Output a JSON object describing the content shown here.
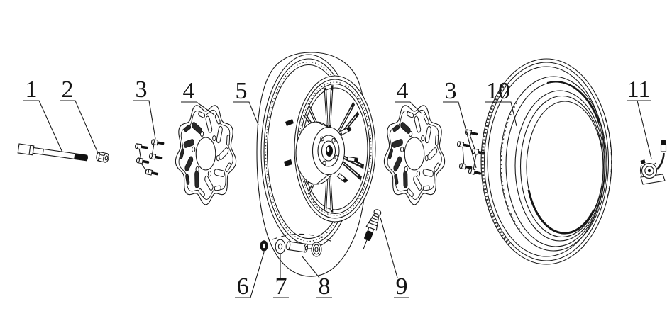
{
  "diagram": {
    "background": "#ffffff",
    "line_color": "#1a1a1a",
    "kind": "exploded-parts-diagram-wheel-assembly"
  },
  "callouts": [
    {
      "number": "1",
      "part": "axle"
    },
    {
      "number": "2",
      "part": "axle-nut"
    },
    {
      "number": "3",
      "part": "disc-bolts-left"
    },
    {
      "number": "4",
      "part": "brake-disc-left"
    },
    {
      "number": "5",
      "part": "wheel-rim"
    },
    {
      "number": "4",
      "part": "brake-disc-right"
    },
    {
      "number": "3",
      "part": "disc-bolts-right"
    },
    {
      "number": "10",
      "part": "tyre"
    },
    {
      "number": "11",
      "part": "speed-sensor"
    },
    {
      "number": "6",
      "part": "washer"
    },
    {
      "number": "7",
      "part": "spacer-washer"
    },
    {
      "number": "8",
      "part": "hub-sleeve"
    },
    {
      "number": "9",
      "part": "valve-stem"
    }
  ]
}
